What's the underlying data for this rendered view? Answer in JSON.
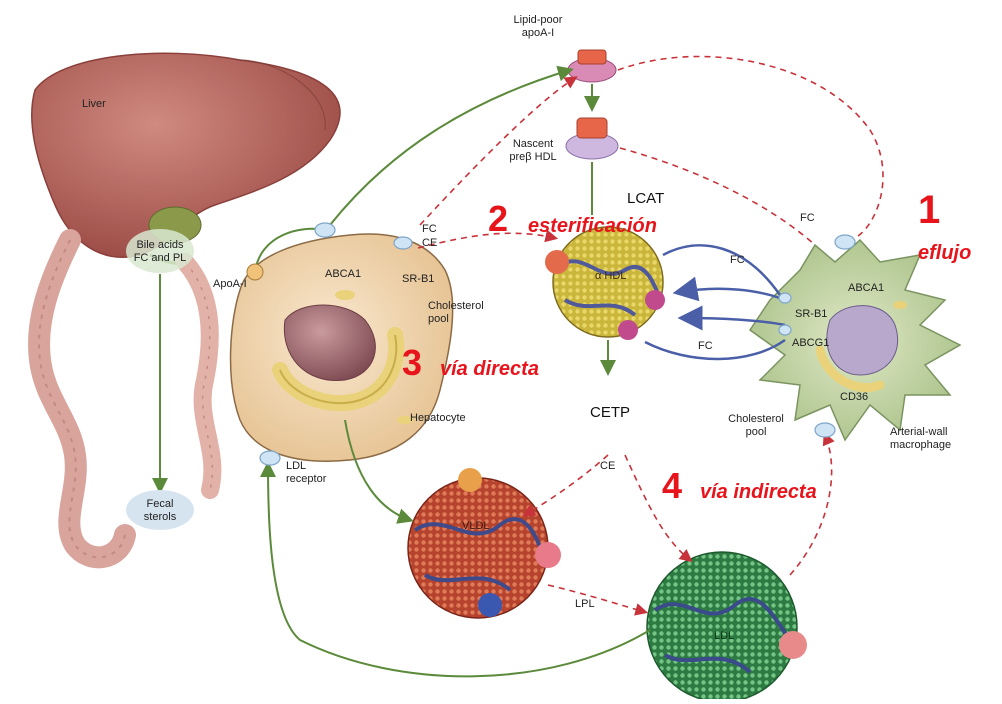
{
  "labels": {
    "liver": "Liver",
    "bile_acids_line1": "Bile acids",
    "bile_acids_line2": "FC and PL",
    "fecal_line1": "Fecal",
    "fecal_line2": "sterols",
    "lipid_poor_line1": "Lipid-poor",
    "lipid_poor_line2": "apoA-I",
    "nascent_line1": "Nascent",
    "nascent_line2": "preβ HDL",
    "lcat": "LCAT",
    "fc_top": "FC",
    "fc_hep": "FC",
    "ce_hep": "CE",
    "abca1_hep": "ABCA1",
    "srb1_hep": "SR-B1",
    "apoa1": "ApoA-I",
    "cholesterol_pool_hep_line1": "Cholesterol",
    "cholesterol_pool_hep_line2": "pool",
    "hepatocyte": "Hepatocyte",
    "ldl_receptor_line1": "LDL",
    "ldl_receptor_line2": "receptor",
    "alpha_hdl": "α HDL",
    "fc_arrow1": "FC",
    "fc_arrow2": "FC",
    "cetp": "CETP",
    "ce_center": "CE",
    "vldl": "VLDL",
    "lpl": "LPL",
    "ldl": "LDL",
    "abca1_mac": "ABCA1",
    "srb1_mac": "SR-B1",
    "abcg1": "ABCG1",
    "cd36": "CD36",
    "cholesterol_pool_mac_line1": "Cholesterol",
    "cholesterol_pool_mac_line2": "pool",
    "macrophage_line1": "Arterial-wall",
    "macrophage_line2": "macrophage"
  },
  "steps": {
    "n1": "1",
    "t1": "eflujo",
    "n2": "2",
    "t2": "esterificación",
    "n3": "3",
    "t3": "vía directa",
    "n4": "4",
    "t4": "vía indirecta"
  },
  "colors": {
    "accent_red": "#e8141b",
    "solid_arrow_green": "#5b8a3a",
    "dashed_arrow_red": "#c8323a",
    "blue_arrow": "#4a5fa8",
    "liver": "#b5605a",
    "hepatocyte": "#f1d7b5",
    "macrophage": "#bfd1a3",
    "hdl": "#c9b63a",
    "vldl": "#c5563f",
    "ldl": "#3f9a57"
  }
}
